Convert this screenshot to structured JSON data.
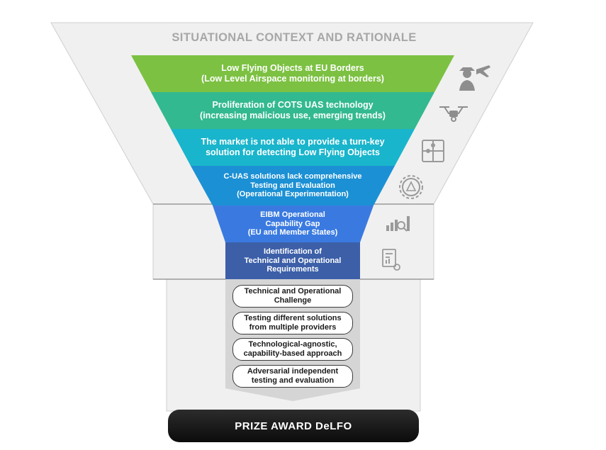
{
  "header": "SITUATIONAL CONTEXT AND RATIONALE",
  "bands": [
    {
      "line1": "Low Flying Objects at EU Borders",
      "line2": "(Low Level Airspace monitoring at borders)",
      "line3": "",
      "color": "#7cc142"
    },
    {
      "line1": "Proliferation of COTS UAS technology",
      "line2": "(increasing malicious use, emerging trends)",
      "line3": "",
      "color": "#33b98f"
    },
    {
      "line1": "The market is not able to provide a turn-key",
      "line2": "solution for detecting Low Flying Objects",
      "line3": "",
      "color": "#19b5cc"
    },
    {
      "line1": "C-UAS solutions lack comprehensive",
      "line2": "Testing and Evaluation",
      "line3": "(Operational Experimentation)",
      "color": "#1c90d4"
    },
    {
      "line1": "EIBM Operational",
      "line2": "Capability Gap",
      "line3": "(EU and Member States)",
      "color": "#3a7ae0"
    },
    {
      "line1": "Identification of",
      "line2": "Technical and Operational",
      "line3": "Requirements",
      "color": "#3c5fa8"
    }
  ],
  "pills": [
    {
      "line1": "Technical and Operational",
      "line2": "Challenge"
    },
    {
      "line1": "Testing different solutions",
      "line2": "from multiple providers"
    },
    {
      "line1": "Technological-agnostic,",
      "line2": "capability-based approach"
    },
    {
      "line1": "Adversarial independent",
      "line2": "testing and evaluation"
    }
  ],
  "award": "PRIZE AWARD DeLFO",
  "icons": [
    "spy-airplane-icon",
    "drone-icon",
    "puzzle-icon",
    "gear-warning-icon",
    "analytics-chart-icon",
    "report-settings-icon"
  ]
}
